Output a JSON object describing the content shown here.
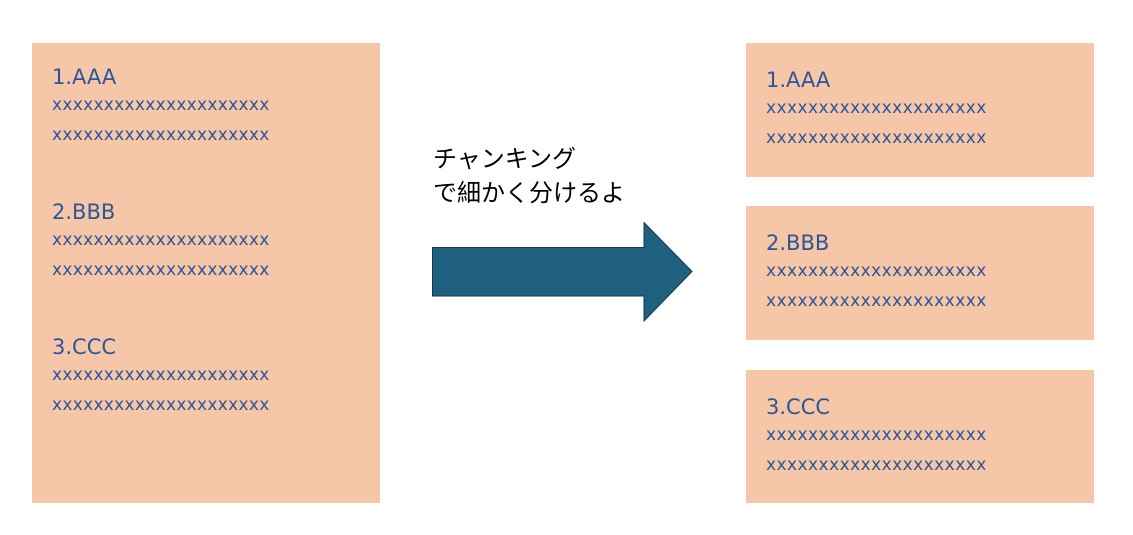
{
  "colors": {
    "box_fill": "#f5c6a8",
    "text": "#2e5597",
    "arrow_fill": "#1f5f7f",
    "arrow_stroke": "#14384a",
    "caption": "#000000"
  },
  "source_document": {
    "sections": [
      {
        "heading": "1.AAA",
        "lines": [
          "xxxxxxxxxxxxxxxxxxxxx",
          "xxxxxxxxxxxxxxxxxxxxx"
        ]
      },
      {
        "heading": "2.BBB",
        "lines": [
          "xxxxxxxxxxxxxxxxxxxxx",
          "xxxxxxxxxxxxxxxxxxxxx"
        ]
      },
      {
        "heading": "3.CCC",
        "lines": [
          "xxxxxxxxxxxxxxxxxxxxx",
          "xxxxxxxxxxxxxxxxxxxxx"
        ]
      }
    ]
  },
  "caption": {
    "line1": "チャンキング",
    "line2": "で細かく分けるよ"
  },
  "arrow": {
    "icon": "right-arrow-icon"
  },
  "chunks": [
    {
      "heading": "1.AAA",
      "lines": [
        "xxxxxxxxxxxxxxxxxxxxx",
        "xxxxxxxxxxxxxxxxxxxxx"
      ]
    },
    {
      "heading": "2.BBB",
      "lines": [
        "xxxxxxxxxxxxxxxxxxxxx",
        "xxxxxxxxxxxxxxxxxxxxx"
      ]
    },
    {
      "heading": "3.CCC",
      "lines": [
        "xxxxxxxxxxxxxxxxxxxxx",
        "xxxxxxxxxxxxxxxxxxxxx"
      ]
    }
  ]
}
